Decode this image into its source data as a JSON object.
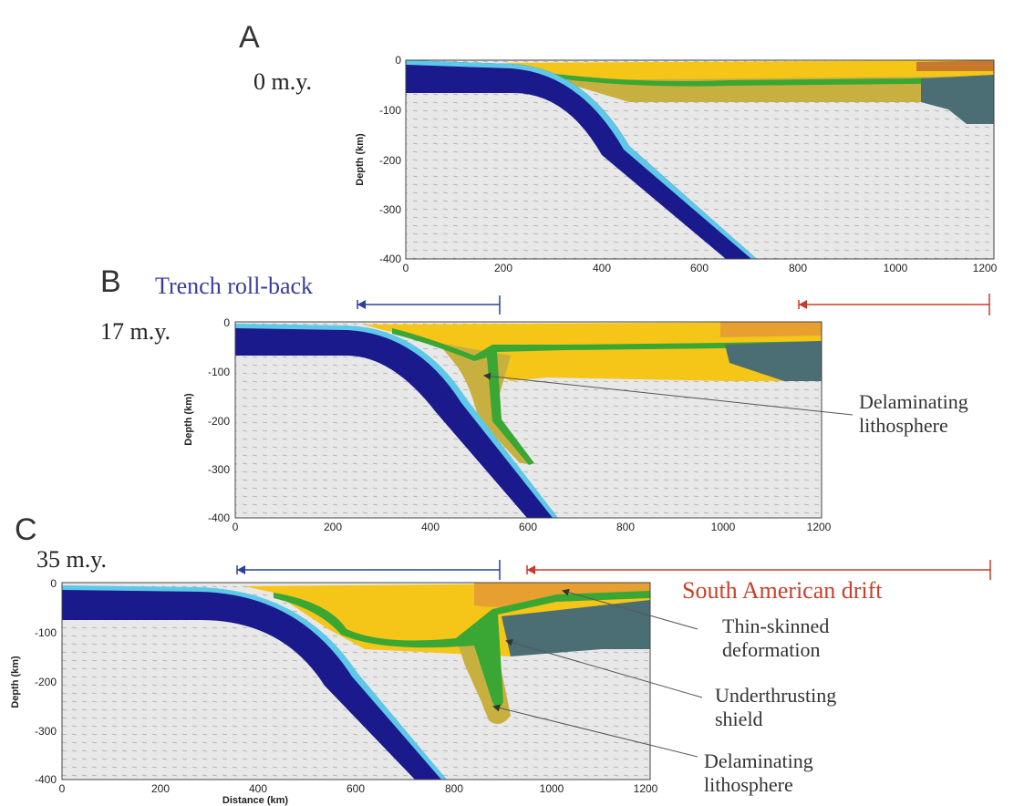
{
  "colors": {
    "slab": "#1a1a8c",
    "slab_edge": "#5ec8e8",
    "mantle": "#e6e6e6",
    "crust_yellow": "#f5c518",
    "crust_orange": "#e7a030",
    "lith_olive": "#c8b040",
    "weak_green": "#3aa634",
    "shield": "#4a6e74",
    "shield_top": "#c8782a",
    "rollback": "#3a3a9e",
    "drift": "#c8402a",
    "arrow_blue": "#2b3f9e",
    "arrow_red": "#c83a2a"
  },
  "panels": [
    {
      "letter": "A",
      "age": "0 m.y.",
      "xticks": [
        "0",
        "200",
        "400",
        "600",
        "800",
        "1000",
        "1200"
      ],
      "yticks": [
        "0",
        "-100",
        "-200",
        "-300",
        "-400"
      ],
      "ylabel": "Depth (km)"
    },
    {
      "letter": "B",
      "age": "17 m.y.",
      "xticks": [
        "0",
        "200",
        "400",
        "600",
        "800",
        "1000",
        "1200"
      ],
      "yticks": [
        "0",
        "-100",
        "-200",
        "-300",
        "-400"
      ],
      "ylabel": "Depth (km)"
    },
    {
      "letter": "C",
      "age": "35 m.y.",
      "xticks": [
        "0",
        "200",
        "400",
        "600",
        "800",
        "1000",
        "1200"
      ],
      "yticks": [
        "0",
        "-100",
        "-200",
        "-300",
        "-400"
      ],
      "ylabel": "Depth (km)",
      "xlabel": "Distance (km)"
    }
  ],
  "labels": {
    "trench_rollback": "Trench roll-back",
    "south_american_drift": "South American drift",
    "delaminating_b": [
      "Delaminating",
      "lithosphere"
    ],
    "thin_skinned": [
      "Thin-skinned",
      "deformation"
    ],
    "underthrusting": [
      "Underthrusting",
      "shield"
    ],
    "delaminating_c": [
      "Delaminating",
      "lithosphere"
    ]
  }
}
